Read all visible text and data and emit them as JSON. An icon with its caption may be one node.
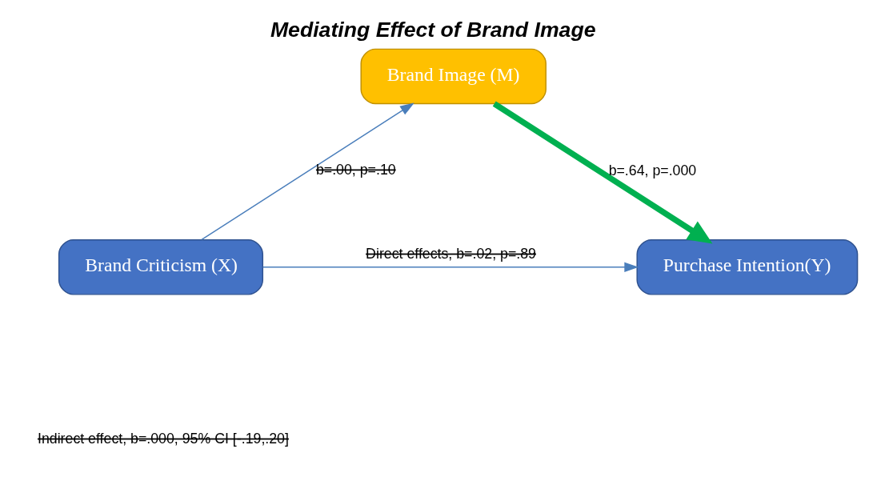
{
  "diagram": {
    "title": "Mediating Effect of Brand Image",
    "nodes": [
      {
        "text": [
          "Brand Image (M)"
        ]
      },
      {
        "text": [
          "Brand Criticism (X)"
        ]
      },
      {
        "text": [
          "Purchase Intention(Y)"
        ]
      }
    ],
    "edges": [
      {
        "from": 1,
        "to": 0,
        "arrow": "to",
        "label": "b=.00, p=.10"
      },
      {
        "from": 0,
        "to": 2,
        "arrow": "to",
        "label": "b=.64, p=.000",
        "style": "thick",
        "color": "#00b050"
      },
      {
        "from": 1,
        "to": 2,
        "arrow": "to",
        "label": "Direct effects, b=.02, p=.89"
      }
    ],
    "labels": [
      "Indirect effect, b=.000, 95% CI [-.19,.20]"
    ]
  }
}
